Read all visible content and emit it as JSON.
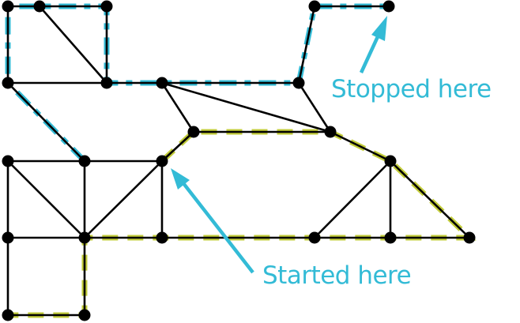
{
  "colors": {
    "edge": "#000000",
    "node": "#000000",
    "blue_path": "#33bbd6",
    "olive_path": "#c2cc3a",
    "annotation": "#33bbd6"
  },
  "annotations": {
    "stopped": "Stopped here",
    "started": "Started here"
  },
  "graph": {
    "nodes": [
      "A",
      "B",
      "C",
      "D",
      "E",
      "F",
      "G",
      "H",
      "I",
      "J",
      "K",
      "L",
      "M",
      "N",
      "O",
      "P",
      "Q",
      "R",
      "S",
      "T",
      "U",
      "V",
      "W"
    ],
    "edges": [
      [
        "A",
        "B"
      ],
      [
        "B",
        "C"
      ],
      [
        "A",
        "D"
      ],
      [
        "C",
        "E"
      ],
      [
        "B",
        "E"
      ],
      [
        "D",
        "E"
      ],
      [
        "E",
        "F"
      ],
      [
        "F",
        "G"
      ],
      [
        "G",
        "H"
      ],
      [
        "H",
        "I"
      ],
      [
        "F",
        "J"
      ],
      [
        "F",
        "K"
      ],
      [
        "G",
        "K"
      ],
      [
        "J",
        "K"
      ],
      [
        "J",
        "N"
      ],
      [
        "K",
        "O"
      ],
      [
        "O",
        "S"
      ],
      [
        "O",
        "T"
      ],
      [
        "O",
        "U"
      ],
      [
        "D",
        "M"
      ],
      [
        "L",
        "M"
      ],
      [
        "M",
        "N"
      ],
      [
        "L",
        "P"
      ],
      [
        "L",
        "Q"
      ],
      [
        "M",
        "Q"
      ],
      [
        "N",
        "Q"
      ],
      [
        "N",
        "R"
      ],
      [
        "P",
        "Q"
      ],
      [
        "Q",
        "R"
      ],
      [
        "R",
        "S"
      ],
      [
        "S",
        "T"
      ],
      [
        "T",
        "U"
      ],
      [
        "P",
        "V"
      ],
      [
        "Q",
        "W"
      ],
      [
        "V",
        "W"
      ]
    ],
    "blue_path": [
      "M",
      "D",
      "A",
      "B",
      "C",
      "E",
      "F",
      "G",
      "H",
      "I"
    ],
    "olive_path": [
      "N",
      "J",
      "K",
      "O",
      "U",
      "T",
      "S",
      "R",
      "Q",
      "W",
      "V"
    ],
    "start_node": "N",
    "stop_node": "I"
  }
}
